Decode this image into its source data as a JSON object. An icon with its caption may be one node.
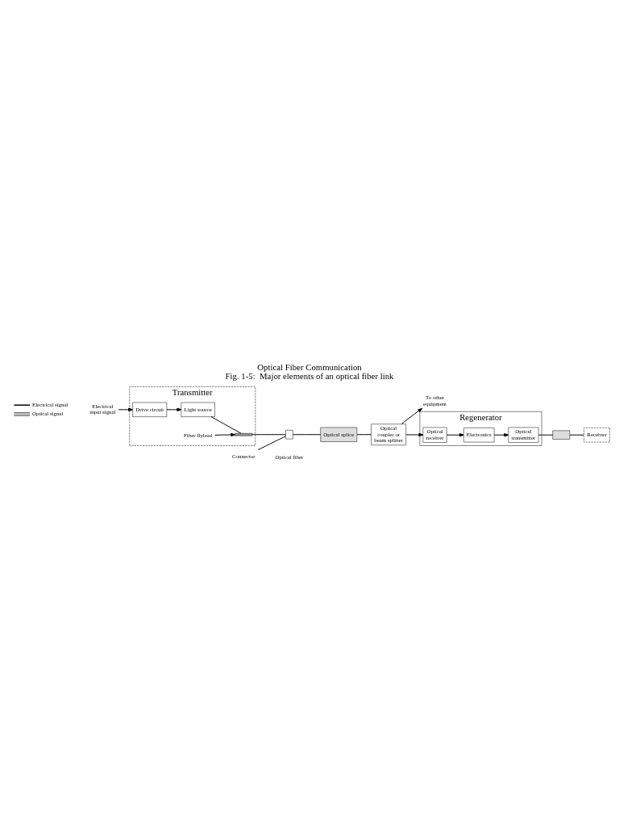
{
  "diagram": {
    "title": "Optical Fiber Communication",
    "caption": "Fig. 1-5:  Major elements of an optical fiber link",
    "nodes": [
      {
        "text": [
          "Transmitter"
        ]
      },
      {
        "text": [
          "Drive circuit"
        ],
        "in": 0
      },
      {
        "text": [
          "Light source"
        ],
        "in": 0
      },
      {
        "text": [
          "Electrical input signal"
        ]
      },
      {
        "text": [
          "Fiber flylead"
        ],
        "in": 0
      },
      {
        "text": [],
        "shape": "bar",
        "in": 0
      },
      {
        "text": [],
        "shape": "box"
      },
      {
        "text": [
          "Connector"
        ]
      },
      {
        "text": [
          "Optical splice"
        ]
      },
      {
        "text": [
          "Optical coupler or beam splitter"
        ]
      },
      {
        "text": [
          "To other equipment"
        ]
      },
      {
        "text": [
          "Regenerator"
        ]
      },
      {
        "text": [
          "Optical receiver"
        ],
        "in": 11
      },
      {
        "text": [
          "Electronics"
        ],
        "in": 11
      },
      {
        "text": [
          "Optical transmitter"
        ],
        "in": 11
      },
      {
        "text": [],
        "shape": "box"
      },
      {
        "text": [
          "Receiver"
        ]
      }
    ],
    "edges": [
      {
        "from": 3,
        "to": 1,
        "arrow": "to"
      },
      {
        "from": 1,
        "to": 2,
        "arrow": "to"
      },
      {
        "from": 2,
        "to": 5,
        "arrow": "none"
      },
      {
        "from": 5,
        "to": 6,
        "arrow": "none"
      },
      {
        "from": 4,
        "to": 5,
        "arrow": "to"
      },
      {
        "from": 7,
        "to": 6,
        "arrow": "none"
      },
      {
        "from": 6,
        "to": 8,
        "arrow": "none"
      },
      {
        "from": 8,
        "to": 9,
        "arrow": "none"
      },
      {
        "from": 9,
        "to": 12,
        "arrow": "to"
      },
      {
        "from": 9,
        "to": 10,
        "arrow": "to"
      },
      {
        "from": 12,
        "to": 13,
        "arrow": "to"
      },
      {
        "from": 13,
        "to": 14,
        "arrow": "to"
      },
      {
        "from": 14,
        "to": 15,
        "arrow": "none"
      },
      {
        "from": 15,
        "to": 16,
        "arrow": "none"
      }
    ],
    "labels": [
      "Optical fiber"
    ],
    "legend": [
      {
        "text": "Electrical signal"
      },
      {
        "text": "Optical signal"
      }
    ]
  }
}
